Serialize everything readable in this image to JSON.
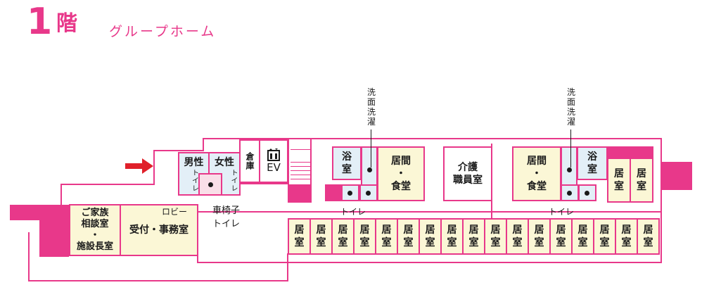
{
  "title": {
    "floor_num": "1",
    "floor_kanji": "階",
    "subtitle": "グループホーム"
  },
  "rooms": {
    "mens_wc": "男性",
    "mens_wc_sub": "トイレ",
    "womens_wc": "女性",
    "womens_wc_sub": "トイレ",
    "storage": "倉庫",
    "ev": "EV",
    "bath_left": "浴室",
    "living_left": "居間\n・\n食堂",
    "staff": "介護\n職員室",
    "living_right": "居間\n・\n食堂",
    "bath_right": "浴室",
    "resident": "居室",
    "consult": "ご家族\n相談室\n・\n施設長室",
    "reception": "受付・事務室"
  },
  "labels": {
    "wash_left": "洗面洗濯",
    "wash_right": "洗面洗濯",
    "toilet_left": "トイレ",
    "toilet_right": "トイレ",
    "lobby": "ロビー",
    "wheelchair": "車椅子\nトイレ"
  },
  "resident_rooms_bottom": [
    "居室",
    "居室",
    "居室",
    "居室",
    "居室",
    "居室",
    "居室",
    "居室",
    "居室",
    "居室",
    "居室",
    "居室",
    "居室",
    "居室",
    "居室",
    "居室",
    "居室"
  ],
  "resident_rooms_top": [
    "居室",
    "居室"
  ],
  "colors": {
    "accent": "#e8388a",
    "cream": "#fbf7d6",
    "blue": "#e3eff7",
    "arrow": "#e0202a"
  },
  "icons": {
    "entrance": "arrow-right-icon",
    "elevator": "elevator-icon"
  }
}
